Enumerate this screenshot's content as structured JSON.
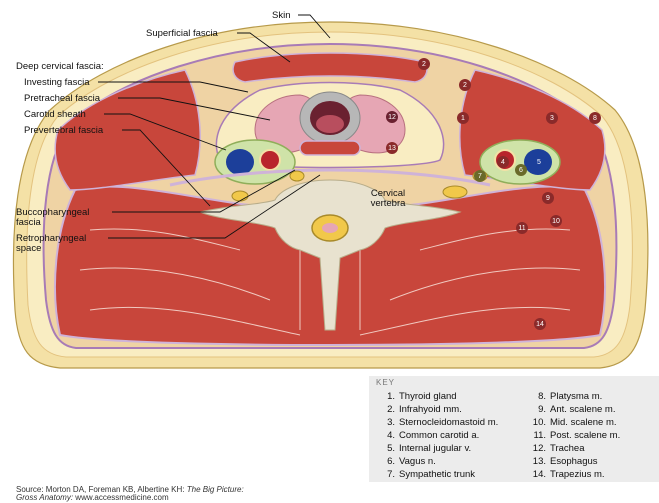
{
  "labels": {
    "skin": "Skin",
    "superficial_fascia": "Superficial fascia",
    "deep_cervical_fascia": "Deep cervical fascia:",
    "investing_fascia": "Investing fascia",
    "pretracheal_fascia": "Pretracheal fascia",
    "carotid_sheath": "Carotid sheath",
    "prevertebral_fascia": "Prevertebral fascia",
    "buccopharyngeal_fascia_1": "Buccopharyngeal",
    "buccopharyngeal_fascia_2": "fascia",
    "retropharyngeal_space_1": "Retropharyngeal",
    "retropharyngeal_space_2": "space",
    "cervical_vertebra_1": "Cervical",
    "cervical_vertebra_2": "vertebra"
  },
  "key": {
    "title": "KEY",
    "left": [
      {
        "num": "1.",
        "text": "Thyroid gland"
      },
      {
        "num": "2.",
        "text": "Infrahyoid mm."
      },
      {
        "num": "3.",
        "text": "Sternocleidomastoid m."
      },
      {
        "num": "4.",
        "text": "Common carotid a."
      },
      {
        "num": "5.",
        "text": "Internal jugular v."
      },
      {
        "num": "6.",
        "text": "Vagus n."
      },
      {
        "num": "7.",
        "text": "Sympathetic trunk"
      }
    ],
    "right": [
      {
        "num": "8.",
        "text": "Platysma m."
      },
      {
        "num": "9.",
        "text": "Ant. scalene m."
      },
      {
        "num": "10.",
        "text": "Mid. scalene m."
      },
      {
        "num": "11.",
        "text": "Post. scalene m."
      },
      {
        "num": "12.",
        "text": "Trachea"
      },
      {
        "num": "13.",
        "text": "Esophagus"
      },
      {
        "num": "14.",
        "text": "Trapezius m."
      }
    ]
  },
  "markers": [
    "1",
    "2",
    "3",
    "4",
    "5",
    "6",
    "7",
    "8",
    "9",
    "10",
    "11",
    "12",
    "13",
    "14"
  ],
  "source": {
    "prefix": "Source: Morton DA, Foreman KB, Albertine KH: ",
    "title_1": "The Big Picture:",
    "title_2": "Gross Anatomy:",
    "url": "www.accessmedicine.com"
  },
  "colors": {
    "skin": "#f4e1a6",
    "fat": "#f9edc2",
    "muscle": "#c8463b",
    "fascia": "#cfb3d8",
    "thyroid": "#e6a6b4",
    "vein": "#1c3f9a",
    "artery": "#b9252c",
    "bone": "#e8e2cf"
  }
}
